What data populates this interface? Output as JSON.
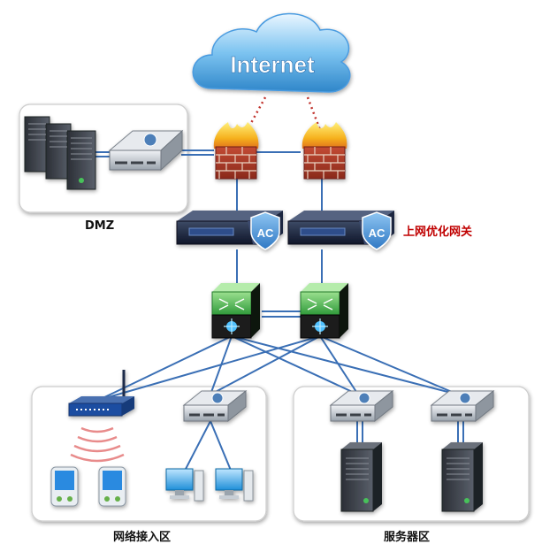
{
  "cloud": {
    "label": "Internet",
    "color": "#3a9ad9"
  },
  "zones": {
    "dmz": "DMZ",
    "access": "网络接入区",
    "server": "服务器区"
  },
  "ac_gateway": {
    "label": "上网优化网关",
    "badge": "AC",
    "color": "#c00000"
  },
  "colors": {
    "link": "#3a6fb5",
    "wan_link": "#c0302a",
    "firewall": "#b5402a",
    "switch_green": "#3fae49"
  },
  "icons": [
    "cloud-icon",
    "firewall-icon",
    "ac-gateway-icon",
    "core-switch-icon",
    "server-rack-icon",
    "router-icon",
    "wireless-ap-icon",
    "pda-icon",
    "pc-icon",
    "access-switch-icon"
  ]
}
